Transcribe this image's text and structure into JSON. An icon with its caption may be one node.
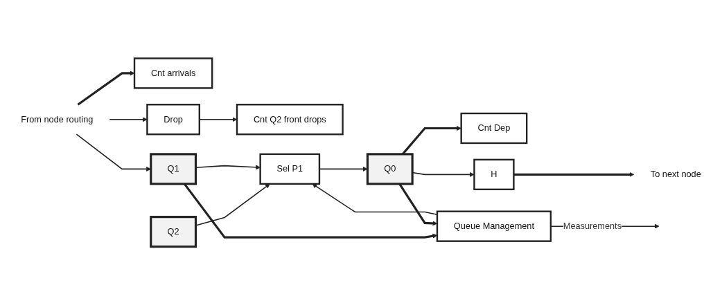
{
  "diagram": {
    "nodes": [
      {
        "text": [
          "From node routing"
        ]
      },
      {
        "text": [
          "Cnt arrivals"
        ]
      },
      {
        "text": [
          "Cnt Q2 front drops"
        ]
      },
      {
        "text": [
          "Drop"
        ]
      },
      {
        "text": [
          "Q2"
        ]
      },
      {
        "text": [
          "Q1"
        ]
      },
      {
        "text": [
          "Sel P1"
        ]
      },
      {
        "text": [
          "Q0"
        ]
      },
      {
        "text": [
          "Cnt Dep"
        ]
      },
      {
        "text": [
          "H"
        ]
      },
      {
        "text": [
          "To next node"
        ]
      },
      {
        "text": [
          "Queue Management"
        ]
      }
    ],
    "edges": [
      {
        "from": 0,
        "to": 3,
        "arrow": "to"
      },
      {
        "from": 0,
        "to": 5,
        "arrow": "to"
      },
      {
        "from": 0,
        "to": 1,
        "arrow": "to",
        "style": "thick"
      },
      {
        "from": 3,
        "to": 2,
        "arrow": "to"
      },
      {
        "from": 4,
        "to": 6,
        "arrow": "to"
      },
      {
        "from": 5,
        "to": 6,
        "arrow": "to"
      },
      {
        "from": 5,
        "to": 11,
        "arrow": "to",
        "style": "thick"
      },
      {
        "from": 11,
        "to": 6,
        "arrow": "to"
      },
      {
        "from": 6,
        "to": 7,
        "arrow": "to"
      },
      {
        "from": 7,
        "to": 11,
        "arrow": "to",
        "style": "thick"
      },
      {
        "from": 7,
        "to": 9,
        "arrow": "to"
      },
      {
        "from": 7,
        "to": 8,
        "arrow": "to",
        "style": "thick"
      },
      {
        "from": 9,
        "to": 10,
        "arrow": "to",
        "style": "thick"
      },
      {
        "from": 11,
        "to": null,
        "arrow": "to",
        "label": "Measurements"
      }
    ]
  }
}
